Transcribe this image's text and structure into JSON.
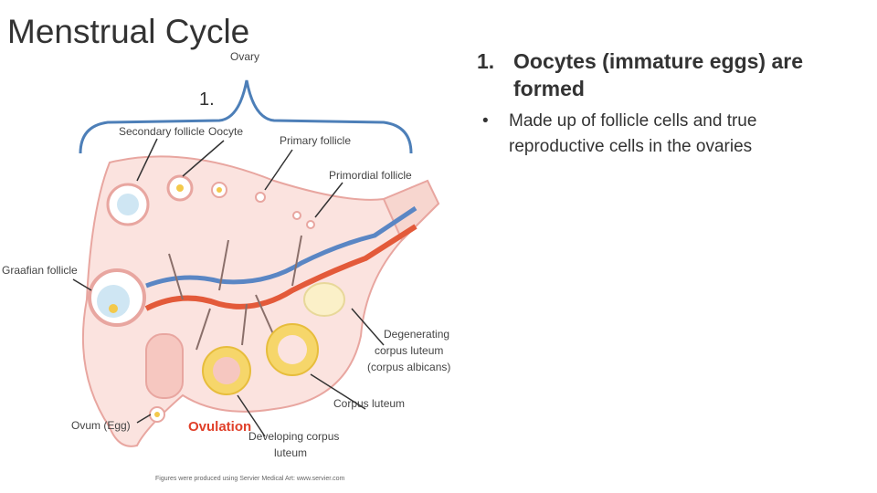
{
  "slide": {
    "title": "Menstrual Cycle",
    "step_marker": "1.",
    "heading_num": "1.",
    "heading_text": "Oocytes (immature eggs) are formed",
    "bullet_symbol": "•",
    "bullet_text": "Made up of  follicle cells and true reproductive cells in the ovaries"
  },
  "diagram": {
    "labels": {
      "ovary": "Ovary",
      "secondary_follicle": "Secondary follicle",
      "oocyte": "Oocyte",
      "primary_follicle": "Primary follicle",
      "primordial_follicle": "Primordial follicle",
      "graafian_follicle": "Graafian follicle",
      "degenerating_1": "Degenerating",
      "degenerating_2": "corpus luteum",
      "degenerating_3": "(corpus albicans)",
      "corpus_luteum": "Corpus luteum",
      "ovum": "Ovum (Egg)",
      "ovulation": "Ovulation",
      "developing_1": "Developing corpus",
      "developing_2": "luteum",
      "credit": "Figures were produced using Servier Medical Art: www.servier.com"
    },
    "colors": {
      "tissue": "#fbe3df",
      "outline": "#e8a6a0",
      "artery": "#e35a3a",
      "vein": "#5a86c4",
      "luteum": "#f6d66a",
      "bracket": "#4d7fb8"
    }
  }
}
